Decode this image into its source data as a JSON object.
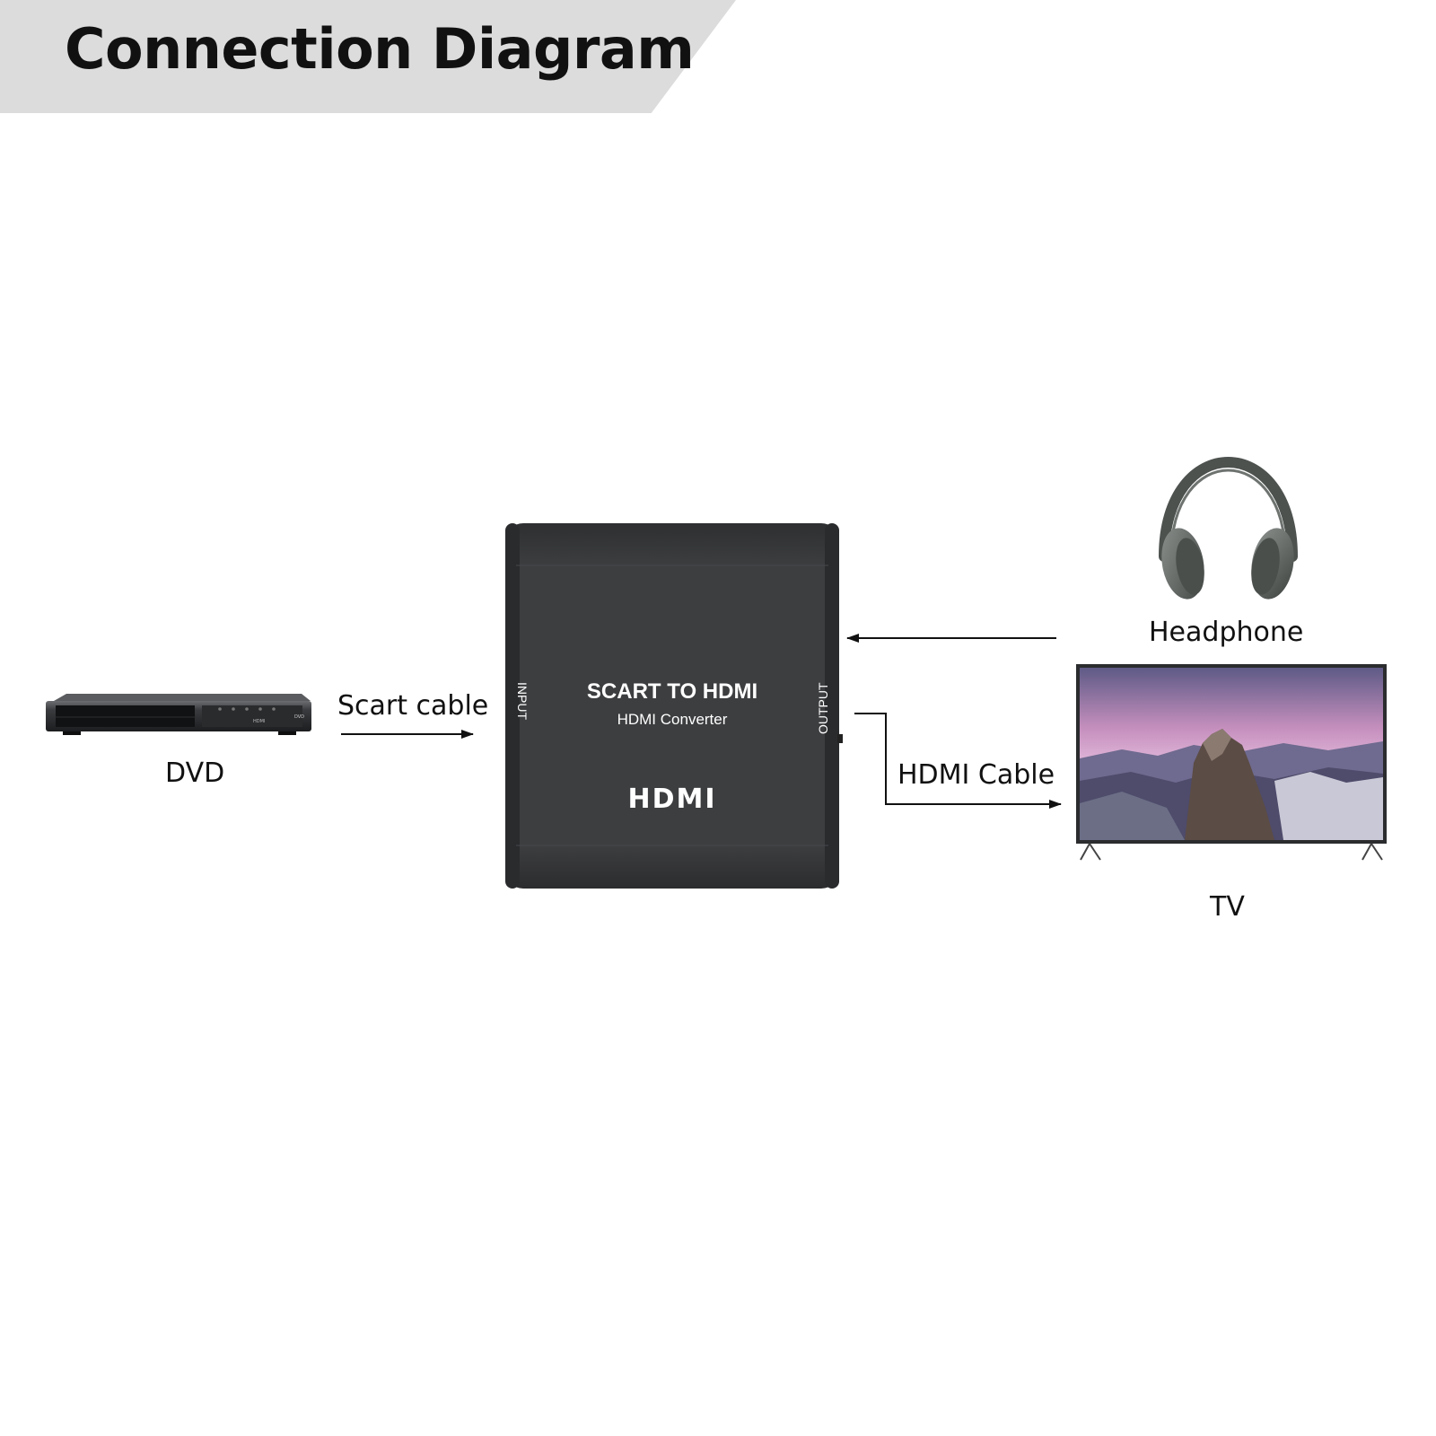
{
  "title": "Connection Diagram",
  "devices": {
    "dvd": {
      "label": "DVD",
      "brand_text": "HDMI",
      "badge": "DVD"
    },
    "converter": {
      "title": "SCART TO HDMI",
      "subtitle": "HDMI Converter",
      "logo": "HDMI",
      "input_label": "INPUT",
      "output_label": "OUTPUT"
    },
    "headphone": {
      "label": "Headphone"
    },
    "tv": {
      "label": "TV"
    }
  },
  "connections": {
    "scart": {
      "label": "Scart cable"
    },
    "hdmi": {
      "label": "HDMI Cable"
    }
  },
  "colors": {
    "banner": "#dcdcdc",
    "converter_body": "#3a3b3d",
    "line": "#111111"
  },
  "icons": {
    "dvd": "dvd-player-icon",
    "headphone": "headphone-icon",
    "tv": "tv-icon",
    "converter": "converter-box-icon"
  }
}
